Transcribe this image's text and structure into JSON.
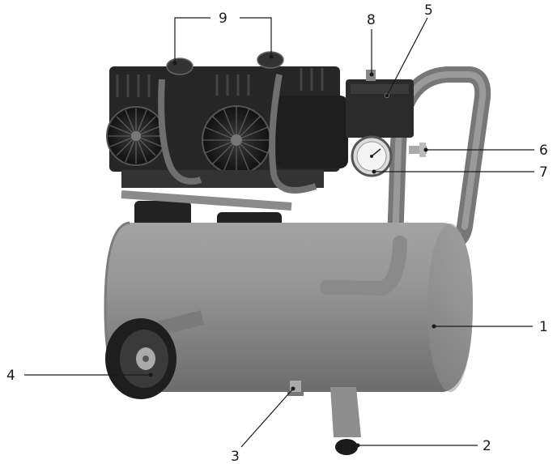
{
  "diagram": {
    "callouts": [
      {
        "id": "c1",
        "label": "1"
      },
      {
        "id": "c2",
        "label": "2"
      },
      {
        "id": "c3",
        "label": "3"
      },
      {
        "id": "c4",
        "label": "4"
      },
      {
        "id": "c5",
        "label": "5"
      },
      {
        "id": "c6",
        "label": "6"
      },
      {
        "id": "c7",
        "label": "7"
      },
      {
        "id": "c8",
        "label": "8"
      },
      {
        "id": "c9",
        "label": "9"
      }
    ]
  },
  "colors": {
    "tank": "#8f8f8f",
    "tank_dark": "#6f6f6f",
    "motor": "#2a2a2a",
    "wheel": "#1e1e1e",
    "line": "#1a1a1a"
  }
}
